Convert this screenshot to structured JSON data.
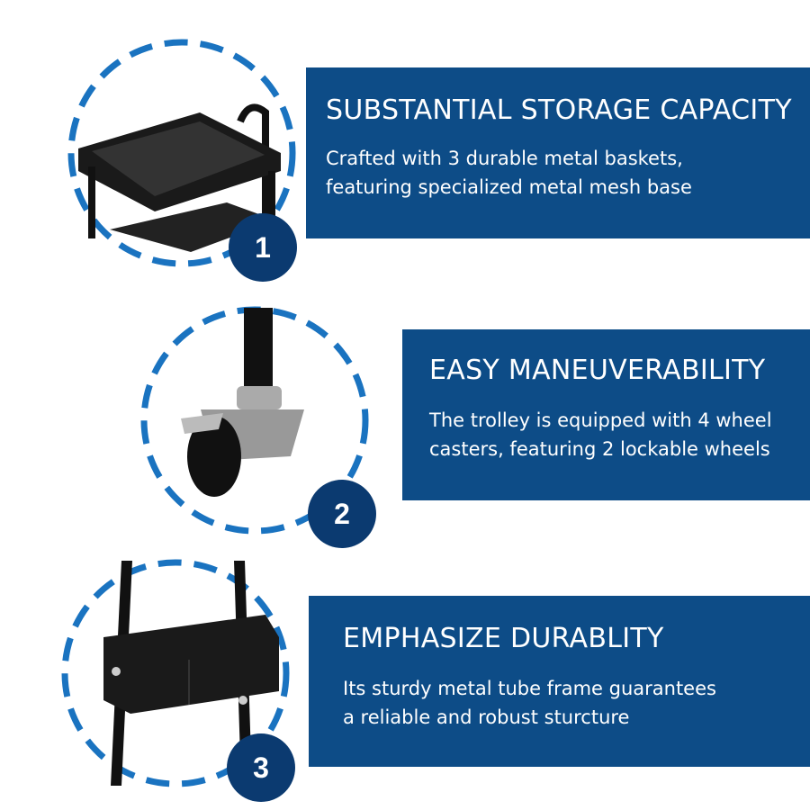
{
  "features": [
    {
      "number": "1",
      "title": "SUBSTANTIAL STORAGE CAPACITY",
      "desc_line1": "Crafted with 3 durable metal baskets,",
      "desc_line2": "featuring specialized metal mesh base"
    },
    {
      "number": "2",
      "title": "EASY MANEUVERABILITY",
      "desc_line1": "The trolley is equipped with 4 wheel",
      "desc_line2": "casters, featuring 2 lockable wheels"
    },
    {
      "number": "3",
      "title": "EMPHASIZE DURABLITY",
      "desc_line1": "Its sturdy metal tube frame guarantees",
      "desc_line2": "a reliable and robust sturcture"
    }
  ],
  "colors": {
    "panel": "#0d4c87",
    "badge": "#0b3a70",
    "dash": "#1a73c0"
  }
}
